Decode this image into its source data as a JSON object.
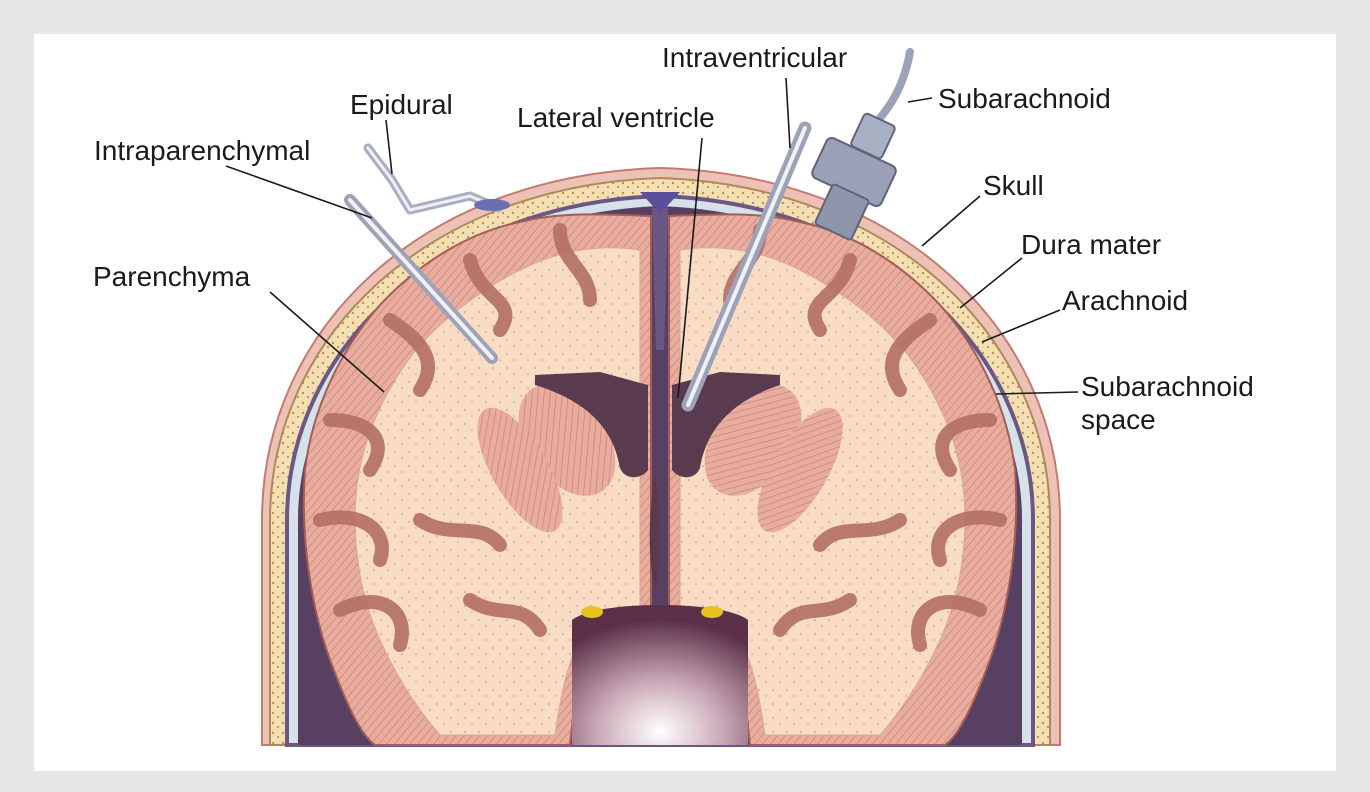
{
  "labels": {
    "epidural": "Epidural",
    "intraparenchymal": "Intraparenchymal",
    "parenchyma": "Parenchyma",
    "lateral_ventricle": "Lateral ventricle",
    "intraventricular": "Intraventricular",
    "subarachnoid_bolt": "Subarachnoid",
    "skull": "Skull",
    "dura_mater": "Dura mater",
    "arachnoid": "Arachnoid",
    "subarachnoid_space_line1": "Subarachnoid",
    "subarachnoid_space_line2": "space"
  },
  "colors": {
    "background": "#e6e7e8",
    "panel": "#ffffff",
    "scalp": "#e9b3a8",
    "skull_bone": "#f3ddb0",
    "dura": "#6f5a86",
    "subarachnoid_space": "#d8e3ea",
    "cortex": "#e7ab9c",
    "white_matter": "#f8dcc3",
    "ventricle": "#5a3a4e",
    "catheter": "#c8ccd8"
  }
}
